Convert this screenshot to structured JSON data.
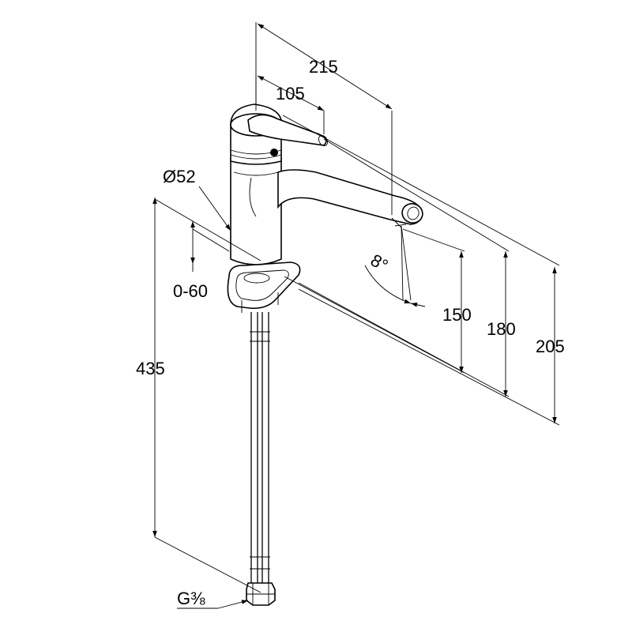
{
  "dimensions": {
    "reach_total": "215",
    "reach_lever": "105",
    "diameter": "Ø52",
    "rotation_height": "0-60",
    "hose_length": "435",
    "spout_height_150": "150",
    "spout_height_180": "180",
    "total_height": "205",
    "spray_angle": "8°",
    "thread": "G⅜"
  }
}
